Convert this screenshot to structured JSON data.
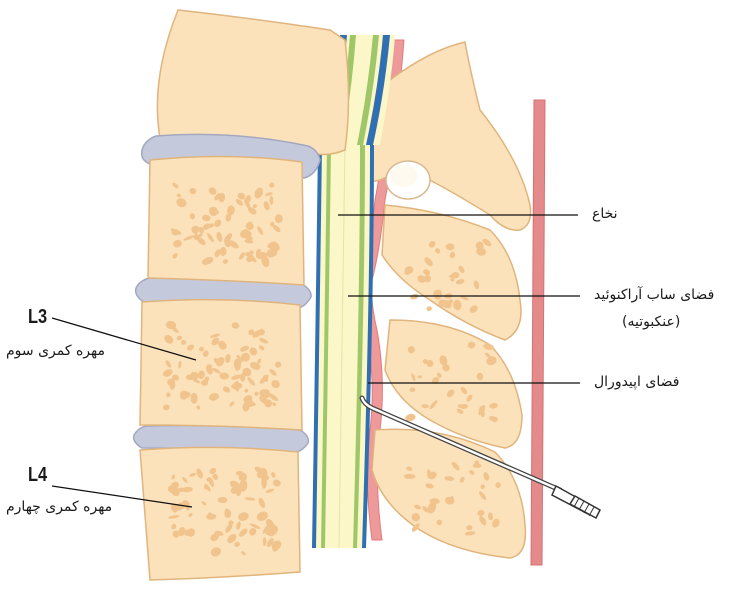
{
  "labels": {
    "spinal_cord": "نخاع",
    "subarachnoid_line1": "فضای ساب آراکنوئید",
    "subarachnoid_line2": "(عنکبوتیه)",
    "epidural": "فضای اپیدورال",
    "l3_code": "L3",
    "l3_name": "مهره کمری سوم",
    "l4_code": "L4",
    "l4_name": "مهره کمری چهارم"
  },
  "colors": {
    "bone_fill": "#fbe2bb",
    "bone_stroke": "#e0b47c",
    "bone_pore": "#f1c48d",
    "disc_fill": "#c5c9dc",
    "disc_stroke": "#a3a8c0",
    "cord_fill": "#fbf7c8",
    "pia_green": "#9fc76a",
    "dura_blue": "#2f6fb2",
    "epidural_pink": "#ef9a9a",
    "ligament_red": "#e58a8a",
    "leader_line": "#111111",
    "catheter": "#444444"
  }
}
